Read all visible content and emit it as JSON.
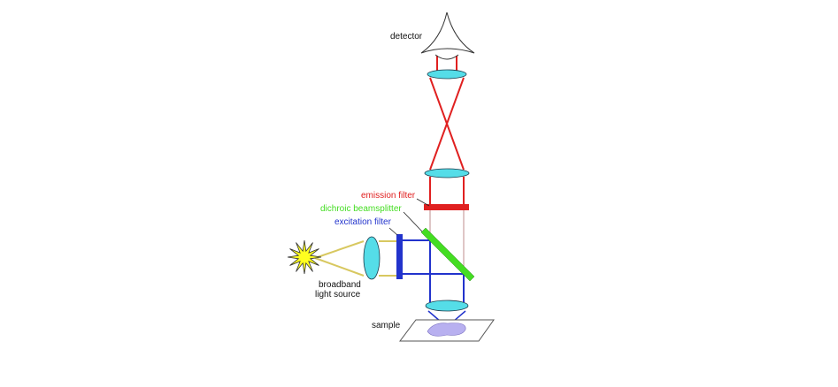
{
  "labels": {
    "detector": "detector",
    "emission_filter": "emission filter",
    "dichroic_beamsplitter": "dichroic beamsplitter",
    "excitation_filter": "excitation filter",
    "light_source_line1": "broadband",
    "light_source_line2": "light source",
    "sample": "sample"
  },
  "colors": {
    "emission": "#e02020",
    "dichroic": "#44dd22",
    "excitation": "#2233cc",
    "broadband": "#d8c860",
    "lens_fill": "#55dde8",
    "lens_stroke": "#1a3a4a",
    "sample_fill": "#b8b0f0",
    "outline": "#555555"
  }
}
